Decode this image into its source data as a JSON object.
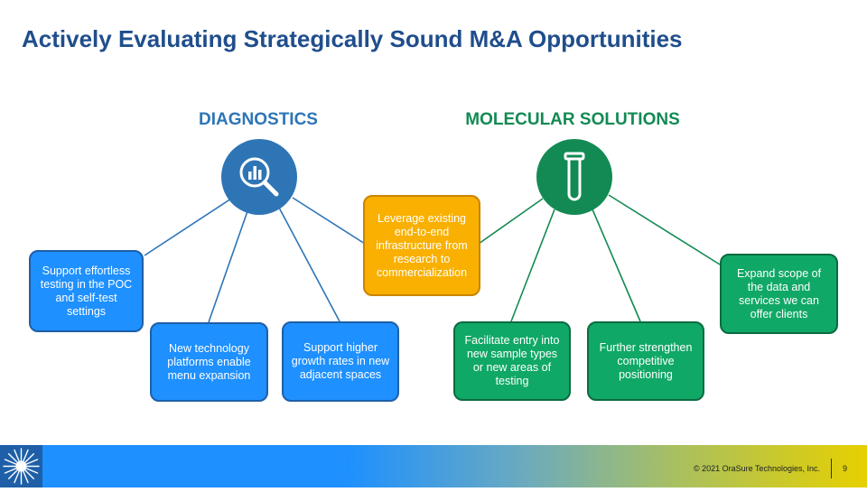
{
  "title": "Actively Evaluating Strategically Sound M&A Opportunities",
  "diagnostics": {
    "heading": "DIAGNOSTICS",
    "icon": "magnifier-chart-icon",
    "color": "#2e75b6",
    "items": [
      "Support effortless testing in the POC and self-test settings",
      "New technology platforms enable menu expansion",
      "Support higher growth rates in new adjacent spaces"
    ]
  },
  "molecular": {
    "heading": "MOLECULAR SOLUTIONS",
    "icon": "test-tube-icon",
    "color": "#138a54",
    "items": [
      "Facilitate entry into new sample types or new areas of testing",
      "Further strengthen competitive positioning",
      "Expand scope of the data and services we can offer clients"
    ]
  },
  "shared": {
    "text": "Leverage existing end-to-end infrastructure from research to commercialization",
    "color": "#f9b000"
  },
  "footer": {
    "copyright": "© 2021 OraSure Technologies, Inc.",
    "page": "9"
  }
}
